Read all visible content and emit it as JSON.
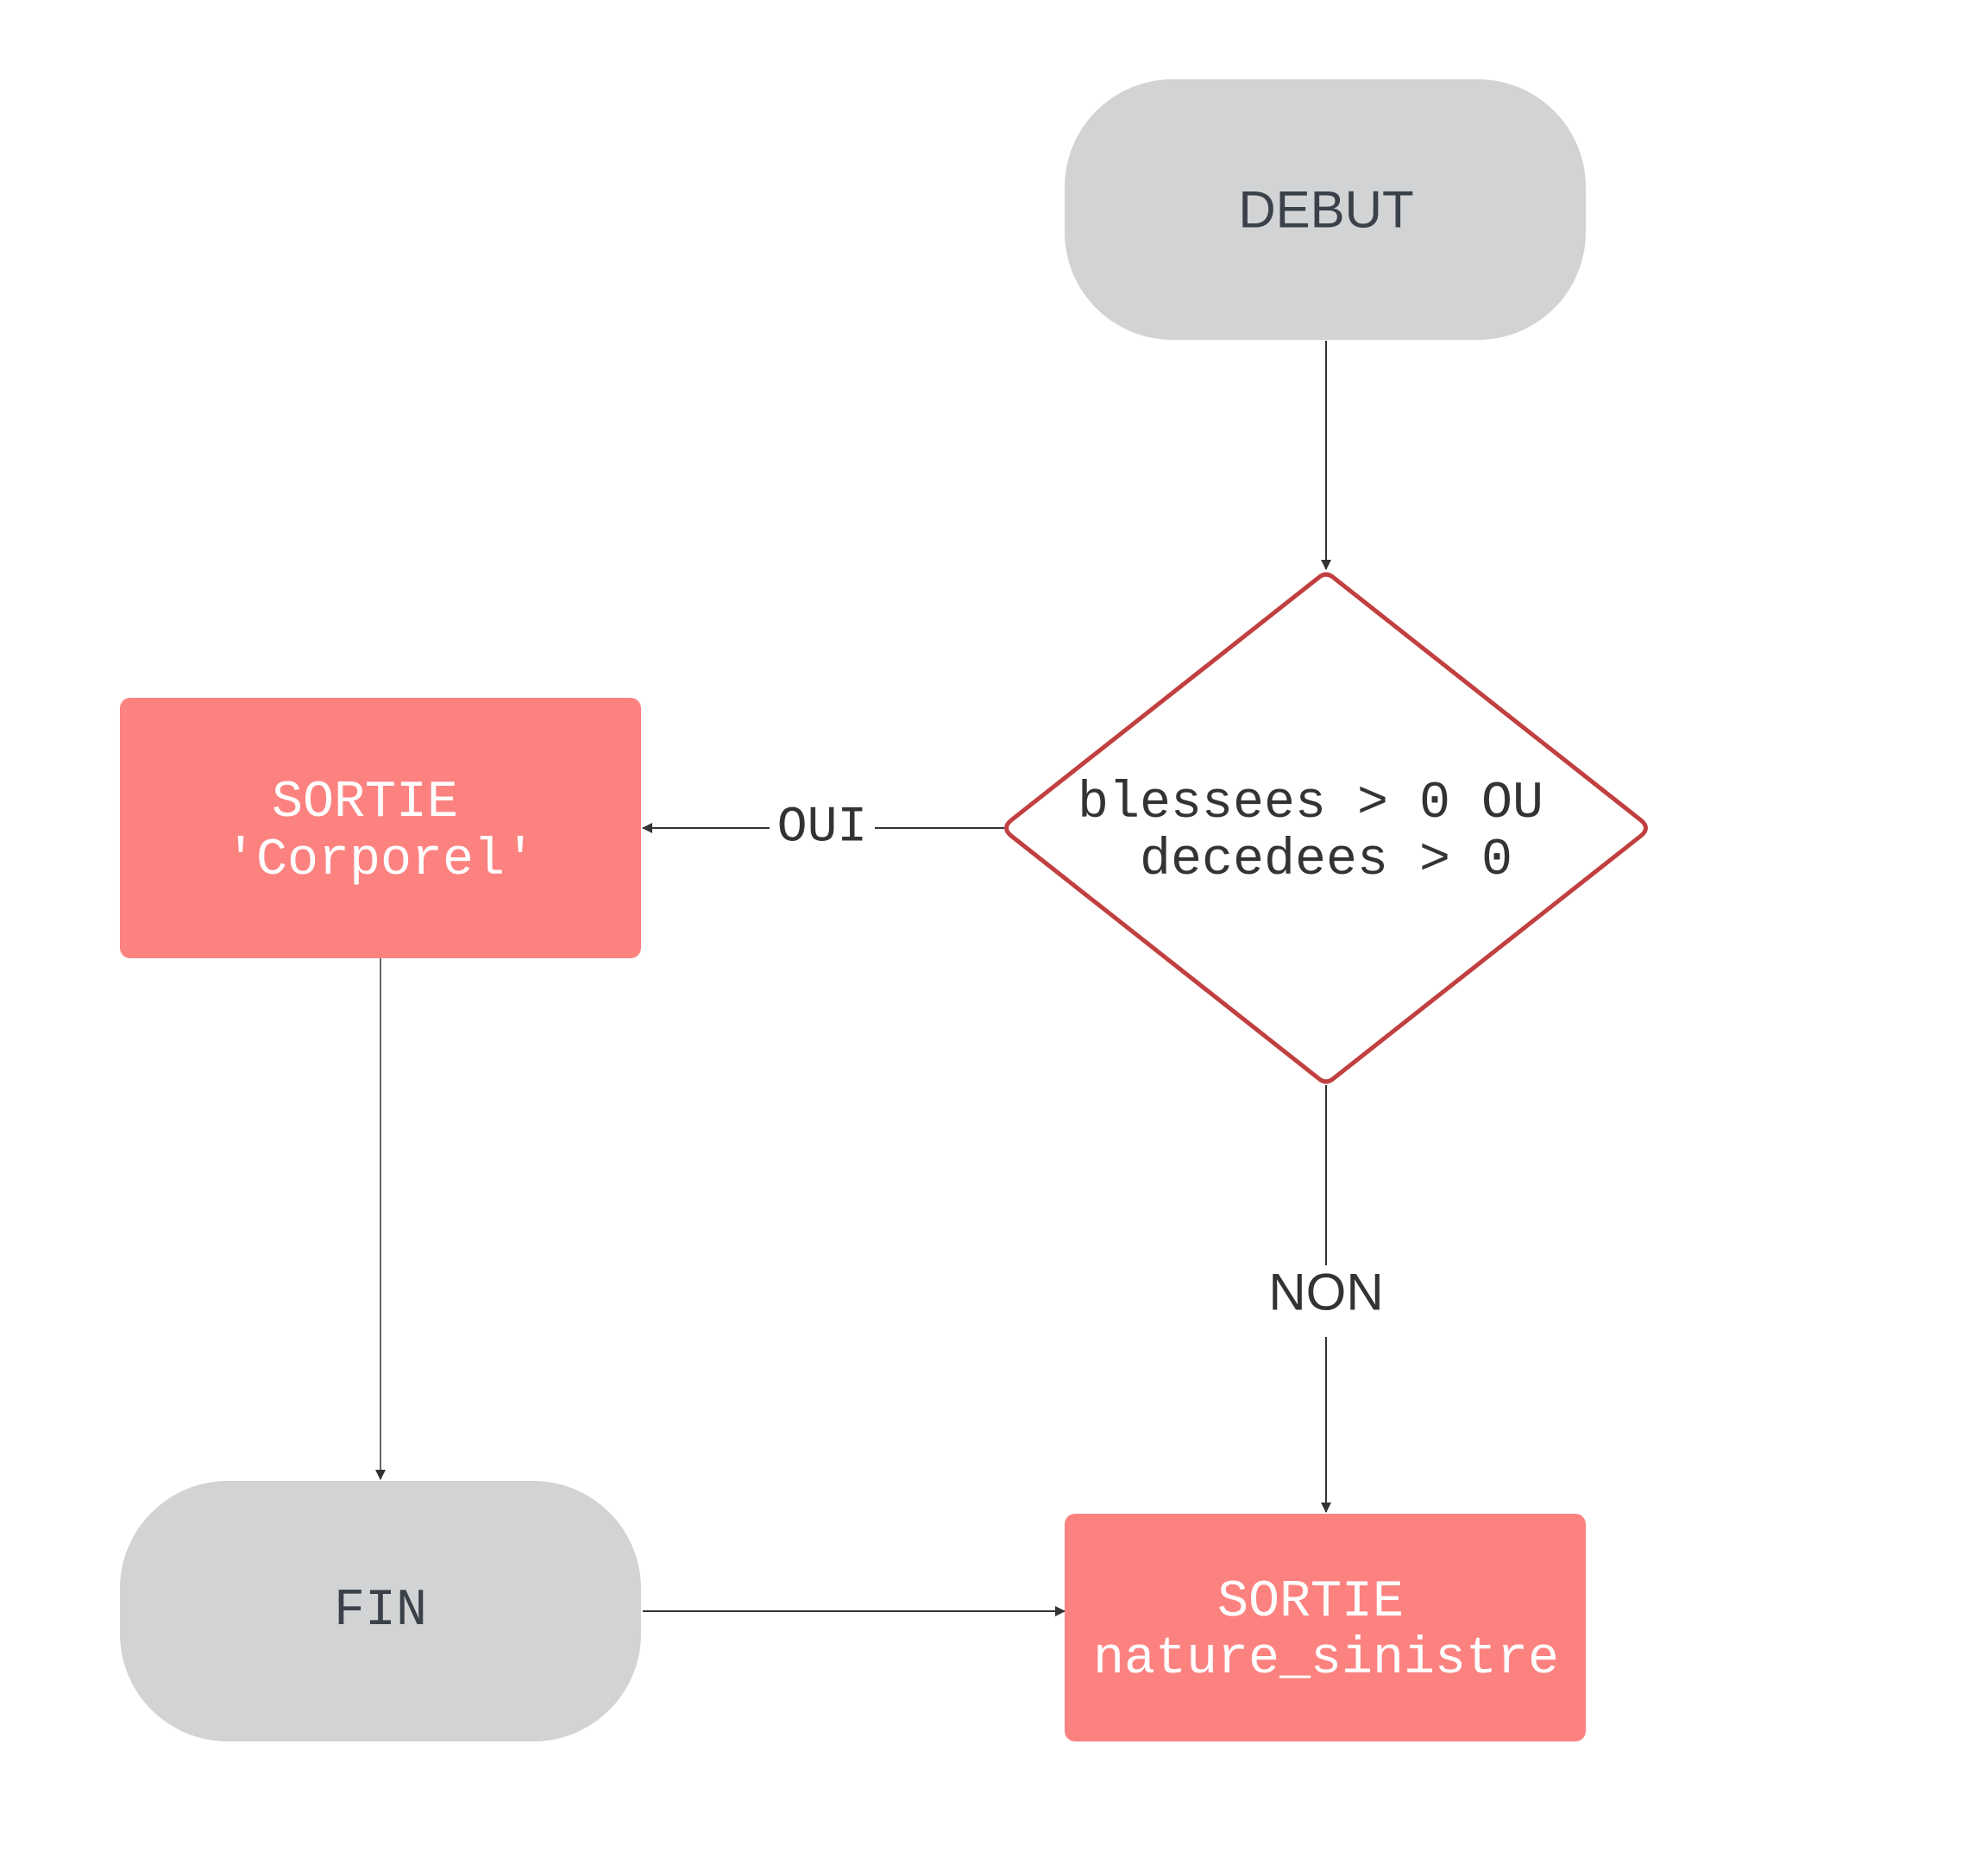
{
  "diagram": {
    "nodes": {
      "debut": {
        "label": "DEBUT"
      },
      "decision": {
        "line1": "blessees > 0 OU",
        "line2": "decedees > 0"
      },
      "sortie_corporel": {
        "line1": "SORTIE",
        "line2": "'Corporel'"
      },
      "sortie_nature": {
        "line1": "SORTIE",
        "line2": "nature_sinistre"
      },
      "fin": {
        "label": "FIN"
      }
    },
    "edges": {
      "oui_label": "OUI",
      "non_label": "NON"
    },
    "colors": {
      "terminal_fill": "#d1d3d4",
      "terminal_text": "#3a4149",
      "output_fill": "#fc8280",
      "output_text": "#ffffff",
      "decision_stroke": "#c1403f",
      "decision_fill": "#ffffff",
      "decision_text": "#333333",
      "edge": "#333333"
    }
  }
}
